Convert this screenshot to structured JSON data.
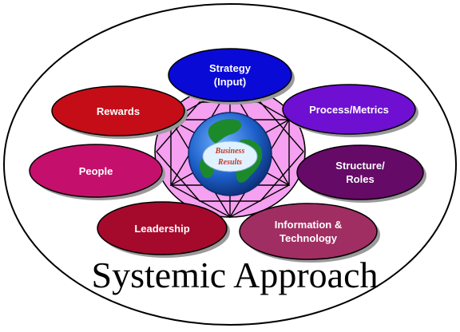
{
  "diagram": {
    "title": "Systemic Approach",
    "core": {
      "line1": "Business",
      "line2": "Results"
    },
    "nodes": {
      "strategy": {
        "line1": "Strategy",
        "line2": "(Input)",
        "color": "#0a0ad6"
      },
      "rewards": {
        "line1": "Rewards",
        "color": "#c50d18"
      },
      "process": {
        "line1": "Process/Metrics",
        "color": "#6e0fd2"
      },
      "people": {
        "line1": "People",
        "color": "#c4106c"
      },
      "structure": {
        "line1": "Structure/",
        "line2": "Roles",
        "color": "#650a66"
      },
      "leadership": {
        "line1": "Leadership",
        "color": "#a50a2c"
      },
      "information": {
        "line1": "Information &",
        "line2": "Technology",
        "color": "#a02e62"
      }
    },
    "colors": {
      "hub_fill": "#f5a0f0",
      "globe_ocean": "#1d5fc9",
      "globe_land": "#1c8a2a",
      "outer_border": "#000000"
    }
  }
}
